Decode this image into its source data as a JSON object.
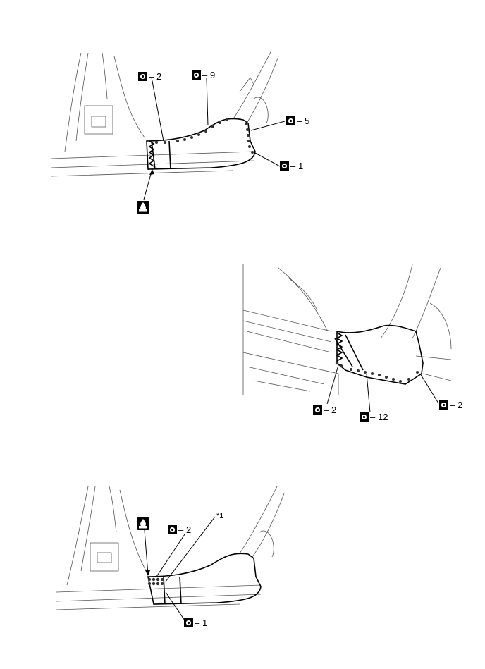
{
  "diagram_1": {
    "labels": [
      {
        "id": "spot-weld-2",
        "text": "2"
      },
      {
        "id": "spot-weld-9",
        "text": "9"
      },
      {
        "id": "spot-weld-5",
        "text": "5"
      },
      {
        "id": "spot-weld-1",
        "text": "1"
      }
    ]
  },
  "diagram_2": {
    "labels": [
      {
        "id": "spot-weld-2a",
        "text": "2"
      },
      {
        "id": "spot-weld-12",
        "text": "12"
      },
      {
        "id": "spot-weld-2b",
        "text": "2"
      }
    ]
  },
  "diagram_3": {
    "labels": [
      {
        "id": "spot-weld-2",
        "text": "2"
      },
      {
        "id": "spot-weld-1",
        "text": "1"
      },
      {
        "id": "callout-1",
        "text": "*1"
      }
    ]
  },
  "icons": [
    "spot-weld-icon",
    "brazing-icon"
  ]
}
